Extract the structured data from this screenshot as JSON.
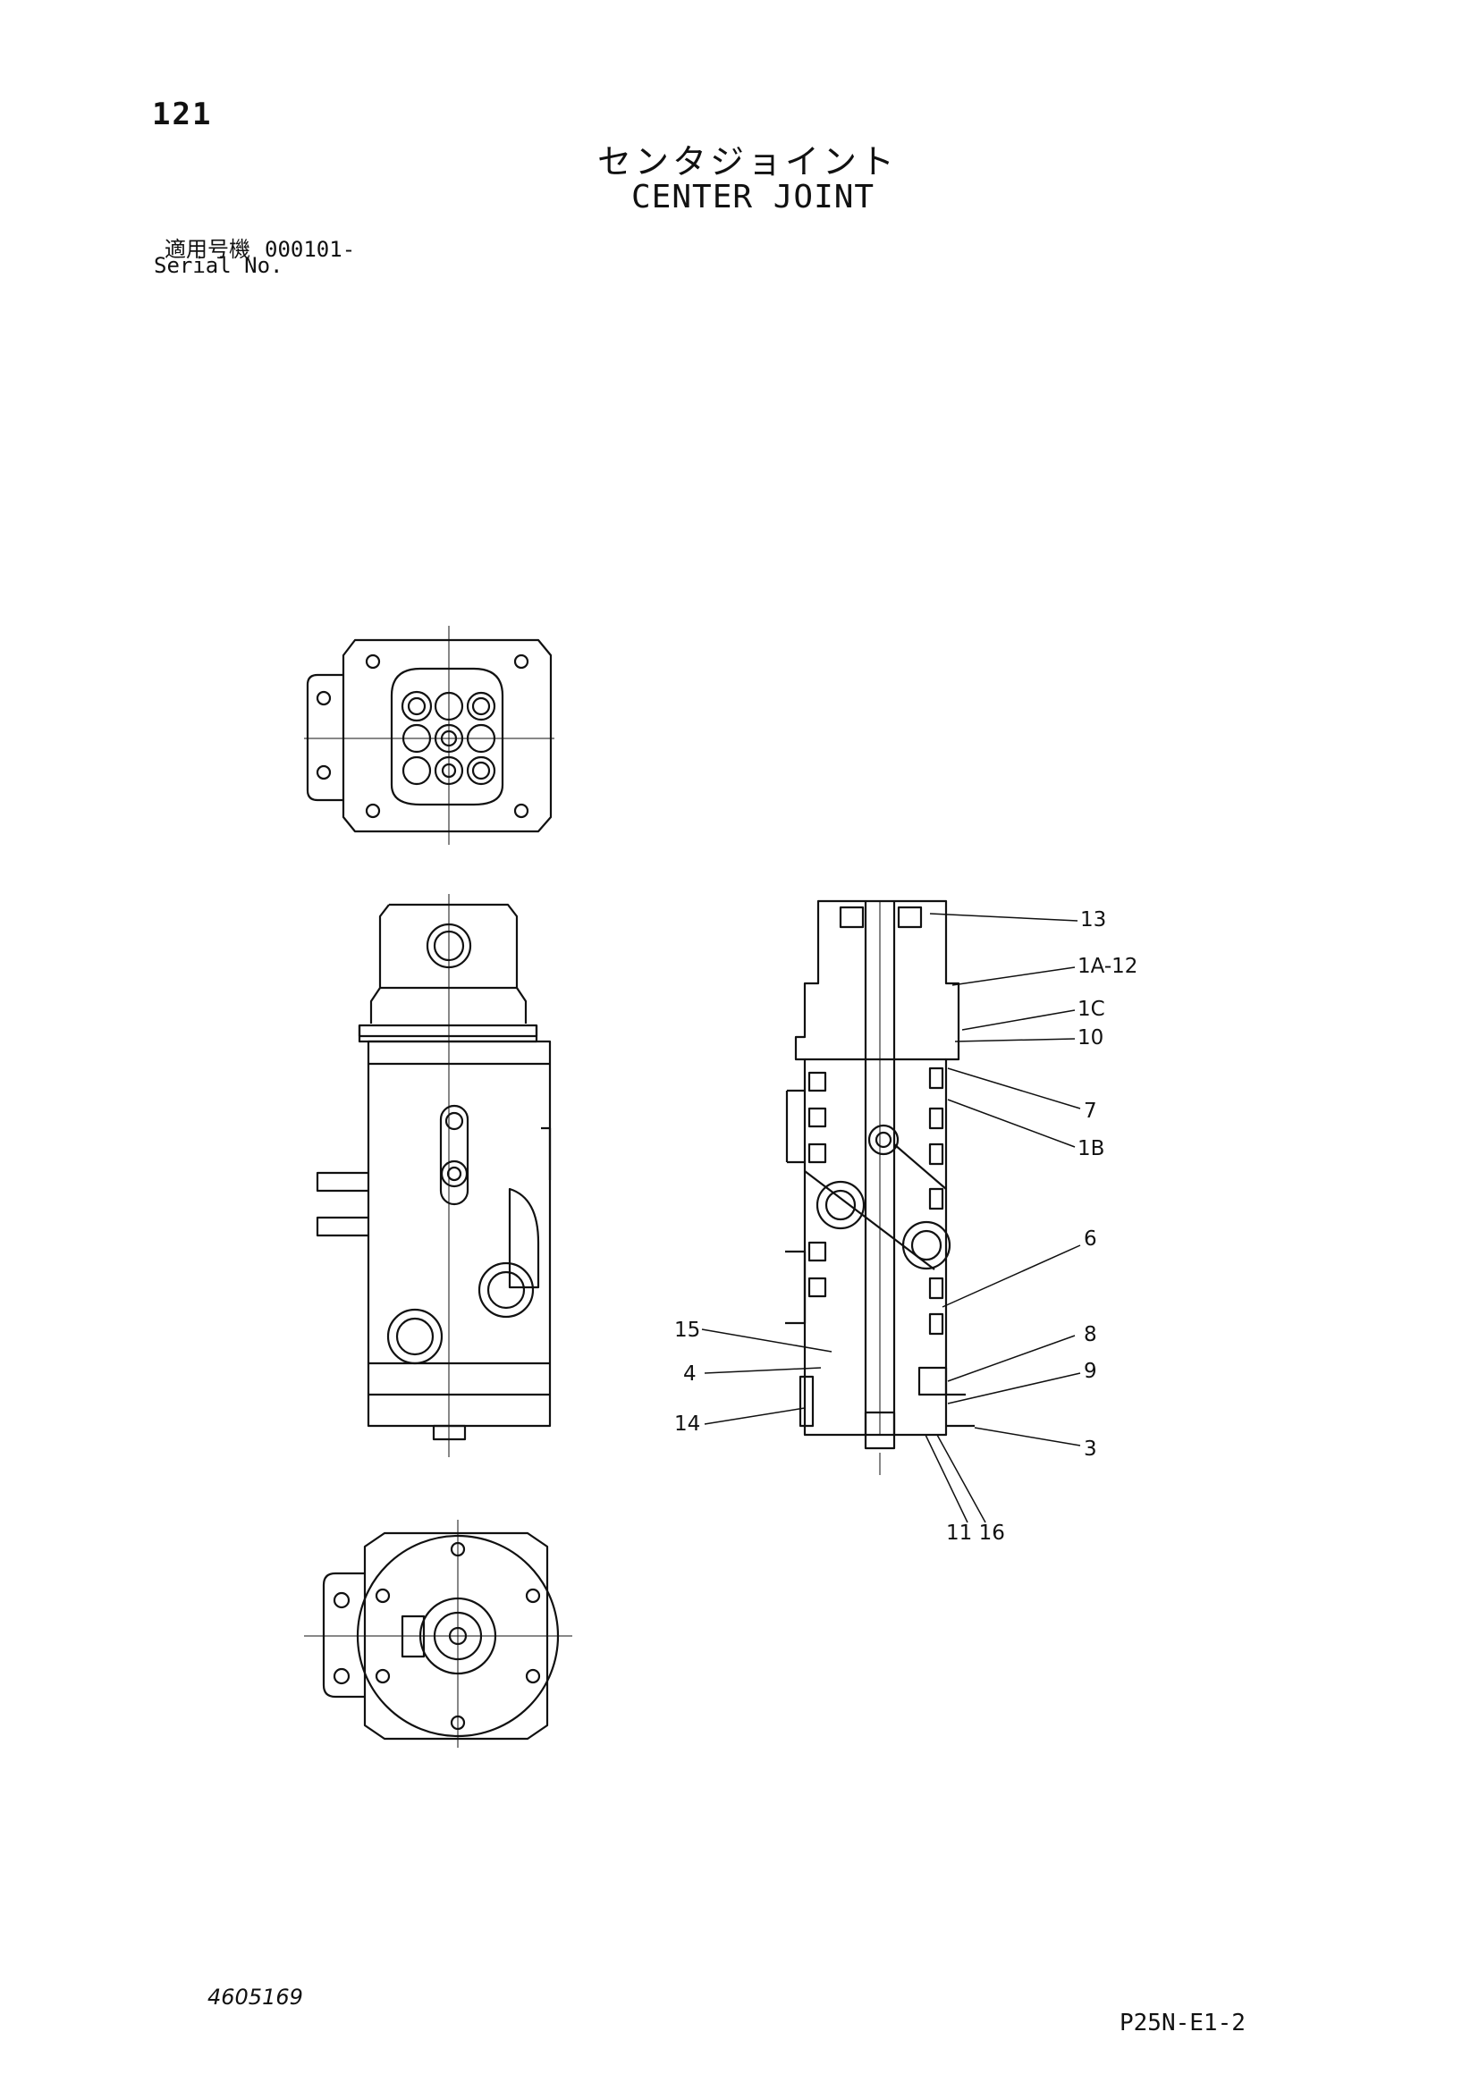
{
  "header": {
    "page_number": "121",
    "title_jp": "センタジョイント",
    "title_en": "CENTER JOINT",
    "serial_label_jp": "適用号機",
    "serial_value": "000101-",
    "serial_label_en": "Serial No."
  },
  "callouts": [
    {
      "id": "c13",
      "text": "13"
    },
    {
      "id": "c1a12",
      "text": "1A-12"
    },
    {
      "id": "c1c",
      "text": "1C"
    },
    {
      "id": "c10",
      "text": "10"
    },
    {
      "id": "c7",
      "text": "7"
    },
    {
      "id": "c1b",
      "text": "1B"
    },
    {
      "id": "c6",
      "text": "6"
    },
    {
      "id": "c8",
      "text": "8"
    },
    {
      "id": "c9",
      "text": "9"
    },
    {
      "id": "c3",
      "text": "3"
    },
    {
      "id": "c15",
      "text": "15"
    },
    {
      "id": "c4",
      "text": "4"
    },
    {
      "id": "c14",
      "text": "14"
    },
    {
      "id": "c11-16",
      "text": "11 16"
    }
  ],
  "footer": {
    "doc_number": "4605169",
    "page_code": "P25N-E1-2"
  },
  "colors": {
    "line": "#111111",
    "background": "#ffffff"
  }
}
